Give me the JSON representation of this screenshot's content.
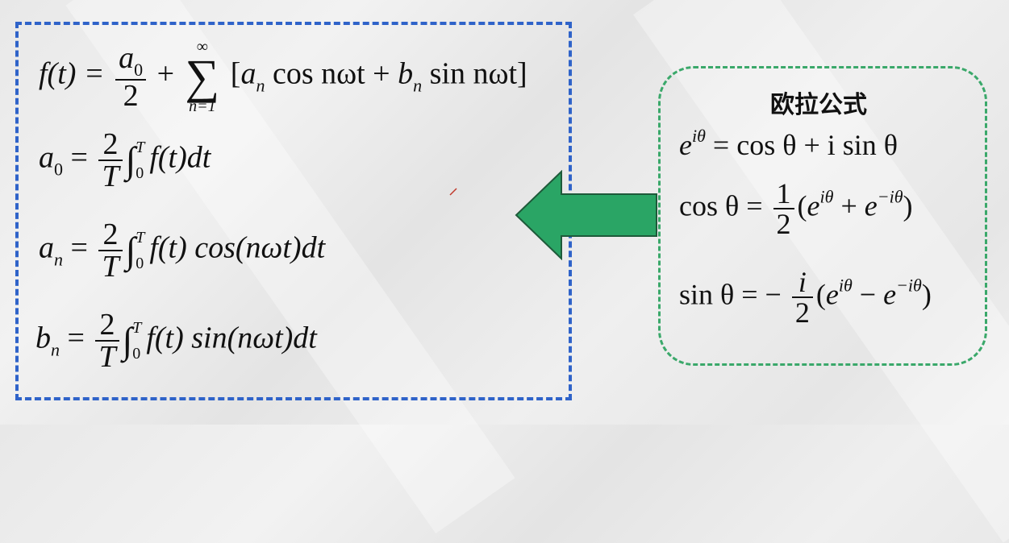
{
  "fourier": {
    "f_lhs": "f(t) =",
    "a0_sym": "a",
    "a0_sub": "0",
    "two": "2",
    "plus": "+",
    "sum_top": "∞",
    "sum_bottom": "n=1",
    "bracket_open": "[",
    "an_sym": "a",
    "n_sub": "n",
    "cos_n_omega_t": " cos nωt + ",
    "bn_sym": "b",
    "sin_n_omega_t": " sin nωt",
    "bracket_close": "]",
    "eq2_lhs_sub": "0",
    "eq_sign": "=",
    "T": "T",
    "int_upper": "T",
    "int_lower": "0",
    "eq2_tail": "f(t)dt",
    "eq3_tail": "f(t) cos(nωt)dt",
    "eq4_tail": "f(t) sin(nωt)dt"
  },
  "euler": {
    "title": "欧拉公式",
    "e": "e",
    "itheta": "iθ",
    "neg_itheta": "−iθ",
    "eq1_rhs": "= cos θ + i sin θ",
    "cos_lhs": "cos θ =",
    "sin_lhs": "sin θ = −",
    "one": "1",
    "i": "i",
    "two": "2",
    "open": "(",
    "plus": " + ",
    "minus": " − ",
    "close": ")"
  },
  "colors": {
    "fourier_border": "#2f63c9",
    "euler_border": "#3aa86a",
    "arrow_fill": "#2aa565",
    "arrow_stroke": "#1e5a3a"
  }
}
